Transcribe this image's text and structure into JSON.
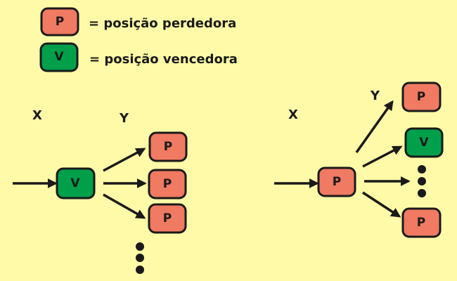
{
  "colors": {
    "background": "#fffaa8",
    "losing": "#f07a62",
    "winning": "#00a04a",
    "ink": "#1a1a1a"
  },
  "legend": [
    {
      "symbol": "P",
      "text": "= posição perdedora"
    },
    {
      "symbol": "V",
      "text": "= posição vencedora"
    }
  ],
  "left_diagram": {
    "x_label": "X",
    "y_label": "Y",
    "root": "V",
    "children": [
      "P",
      "P",
      "P"
    ],
    "continues": true
  },
  "right_diagram": {
    "x_label": "X",
    "y_label": "Y",
    "root": "P",
    "children": [
      "P",
      "V",
      "P"
    ],
    "continues": true
  }
}
